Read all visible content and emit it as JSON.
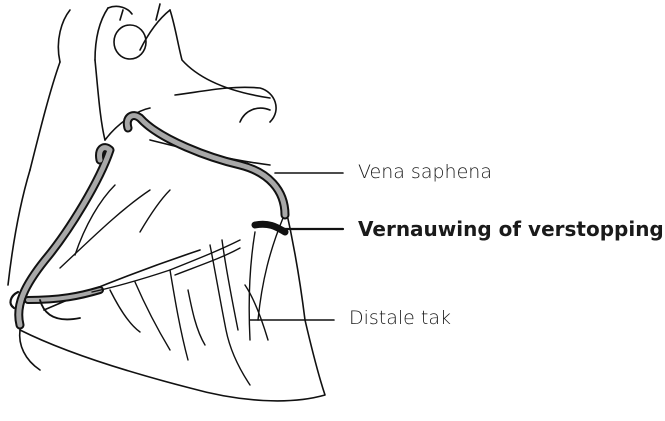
{
  "labels": {
    "vena_saphena": "Vena saphena",
    "vernauwing": "Vernauwing of verstopping",
    "distale_tak": "Distale tak"
  },
  "colors": {
    "ink": "#111111",
    "background": "#ffffff",
    "graft_fill": "#a8a8a8"
  }
}
